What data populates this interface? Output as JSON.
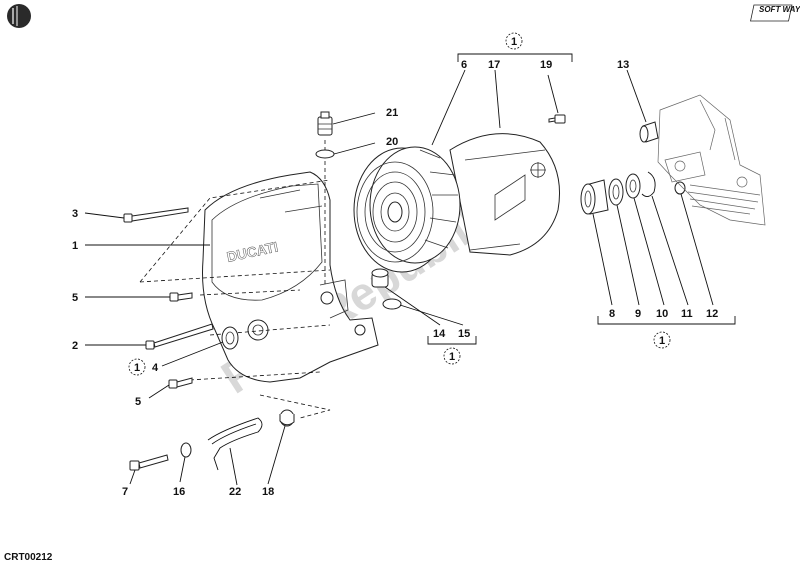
{
  "diagram_code": "CRT00212",
  "brand_logo_text": "SOFT WAY",
  "watermark": "PartsRepublik",
  "kit_marker": "1",
  "callouts": {
    "c1": "1",
    "c2": "2",
    "c3": "3",
    "c4": "4",
    "c5a": "5",
    "c5b": "5",
    "c6": "6",
    "c7": "7",
    "c8": "8",
    "c9": "9",
    "c10": "10",
    "c11": "11",
    "c12": "12",
    "c13": "13",
    "c14": "14",
    "c15": "15",
    "c16": "16",
    "c17": "17",
    "c18": "18",
    "c19": "19",
    "c20": "20",
    "c21": "21",
    "c22": "22"
  }
}
